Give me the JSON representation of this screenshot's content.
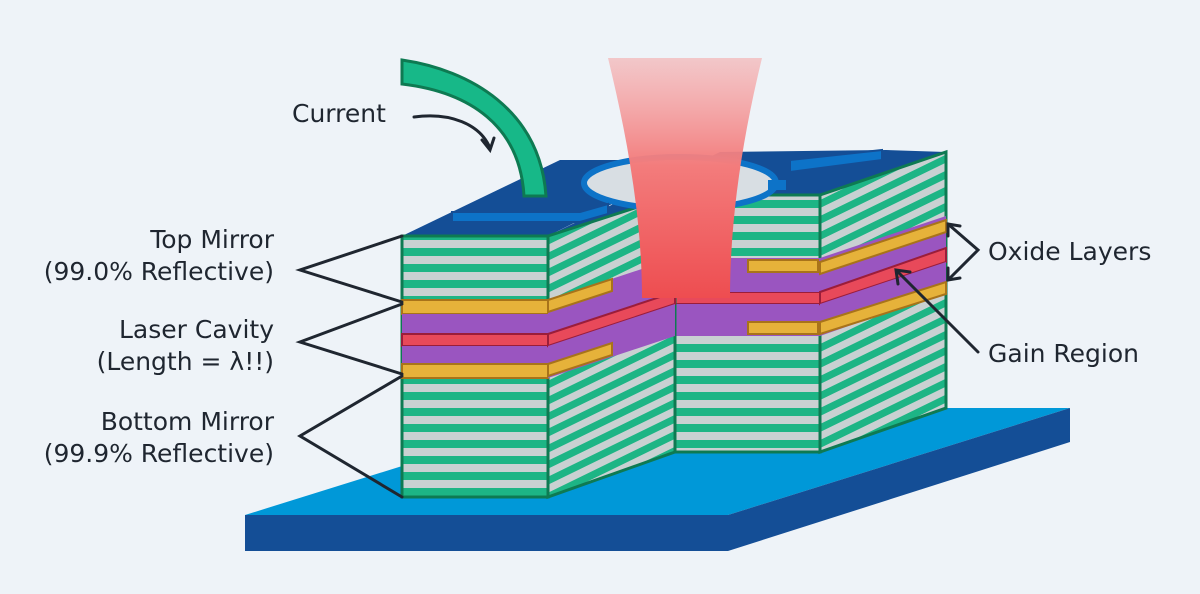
{
  "labels": {
    "current": "Current",
    "top_mirror": "Top Mirror",
    "top_mirror_note": "(99.0% Reflective)",
    "laser_cavity": "Laser Cavity",
    "laser_cavity_note": "(Length = λ!!)",
    "bottom_mirror": "Bottom Mirror",
    "bottom_mirror_note": "(99.9% Reflective)",
    "oxide_layers": "Oxide Layers",
    "gain_region": "Gain Region"
  },
  "colors": {
    "background": "#eef3f8",
    "mirror_green": "#1db585",
    "mirror_gray": "#c9d1d2",
    "oxide_yellow": "#e6b23a",
    "gain_red": "#e8495a",
    "cavity_purple": "#9a55c0",
    "substrate_blue": "#0098d8",
    "substrate_dark": "#144e96",
    "contact_blue": "#0d73c8",
    "beam": "#f05454",
    "current_arrow": "#17b888",
    "leader_line": "#1f2630"
  }
}
